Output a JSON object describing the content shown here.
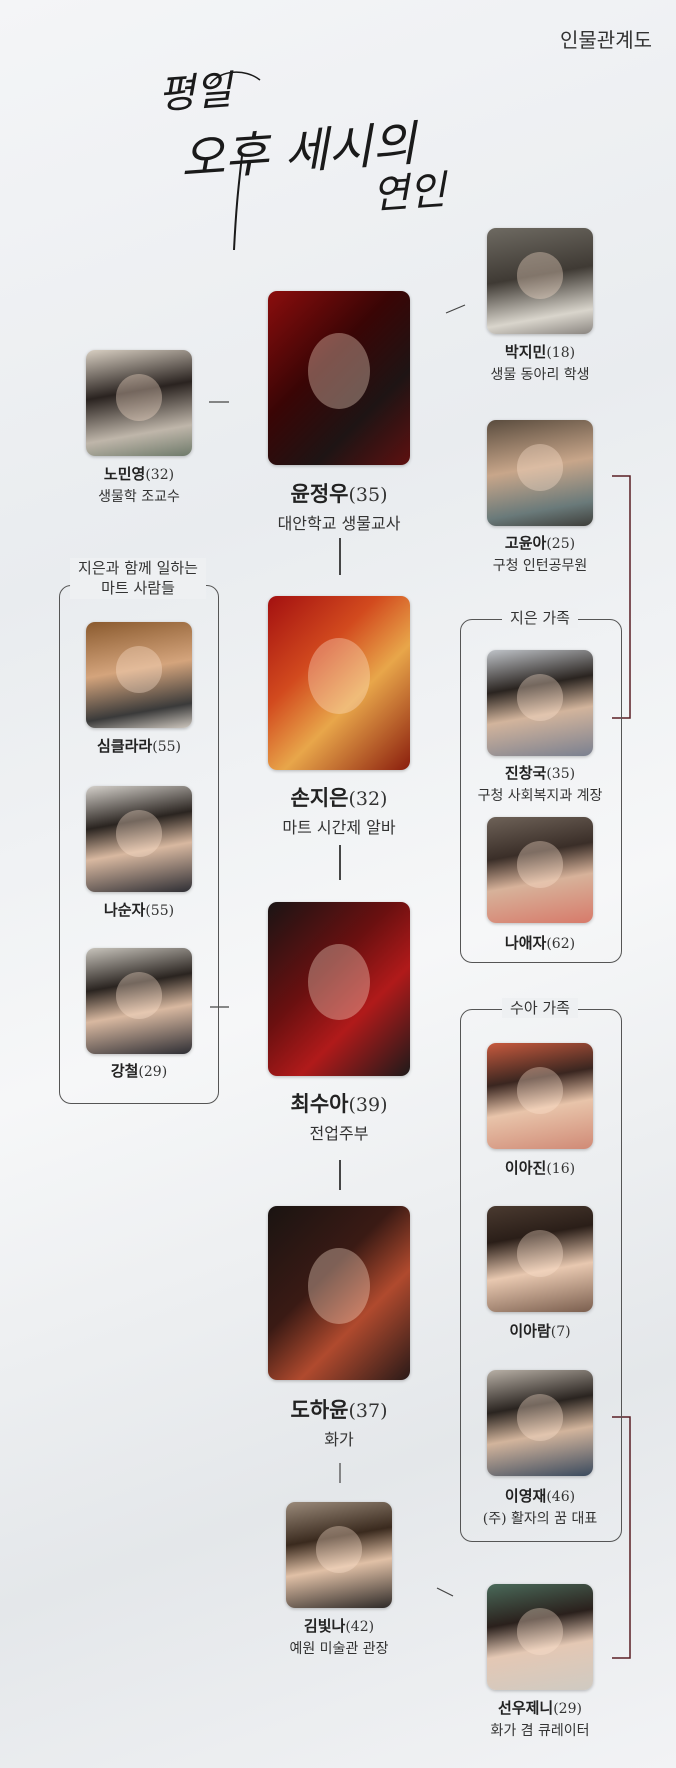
{
  "header": {
    "title": "인물관계도"
  },
  "drama_title": {
    "line1": "평일",
    "line2": "오후 세시의",
    "line3": "연인"
  },
  "colors": {
    "line": "#333333",
    "bracket": "#5a1e24",
    "box": "#555555"
  },
  "groups": {
    "mart": {
      "label_line1": "지은과 함께 일하는",
      "label_line2": "마트 사람들"
    },
    "jieun_family": {
      "label": "지은 가족"
    },
    "sua_family": {
      "label": "수아 가족"
    }
  },
  "characters": {
    "park_jimin": {
      "name": "박지민",
      "age": "(18)",
      "role": "생물 동아리 학생"
    },
    "yoon_jungwoo": {
      "name": "윤정우",
      "age": "(35)",
      "role": "대안학교 생물교사"
    },
    "no_minyoung": {
      "name": "노민영",
      "age": "(32)",
      "role": "생물학 조교수"
    },
    "go_yuna": {
      "name": "고윤아",
      "age": "(25)",
      "role": "구청 인턴공무원"
    },
    "son_jieun": {
      "name": "손지은",
      "age": "(32)",
      "role": "마트 시간제 알바"
    },
    "shim_clara": {
      "name": "심클라라",
      "age": "(55)",
      "role": ""
    },
    "jin_changguk": {
      "name": "진창국",
      "age": "(35)",
      "role": "구청 사회복지과 계장"
    },
    "na_sunja": {
      "name": "나순자",
      "age": "(55)",
      "role": ""
    },
    "na_aeja": {
      "name": "나애자",
      "age": "(62)",
      "role": ""
    },
    "kang_chul": {
      "name": "강철",
      "age": "(29)",
      "role": ""
    },
    "choi_sua": {
      "name": "최수아",
      "age": "(39)",
      "role": "전업주부"
    },
    "lee_ajin": {
      "name": "이아진",
      "age": "(16)",
      "role": ""
    },
    "lee_aram": {
      "name": "이아람",
      "age": "(7)",
      "role": ""
    },
    "do_hayoon": {
      "name": "도하윤",
      "age": "(37)",
      "role": "화가"
    },
    "lee_youngjae": {
      "name": "이영재",
      "age": "(46)",
      "role": "(주) 활자의 꿈 대표"
    },
    "kim_bitna": {
      "name": "김빛나",
      "age": "(42)",
      "role": "예원 미술관 관장"
    },
    "sunwoo_jenny": {
      "name": "선우제니",
      "age": "(29)",
      "role": "화가 겸 큐레이터"
    }
  }
}
